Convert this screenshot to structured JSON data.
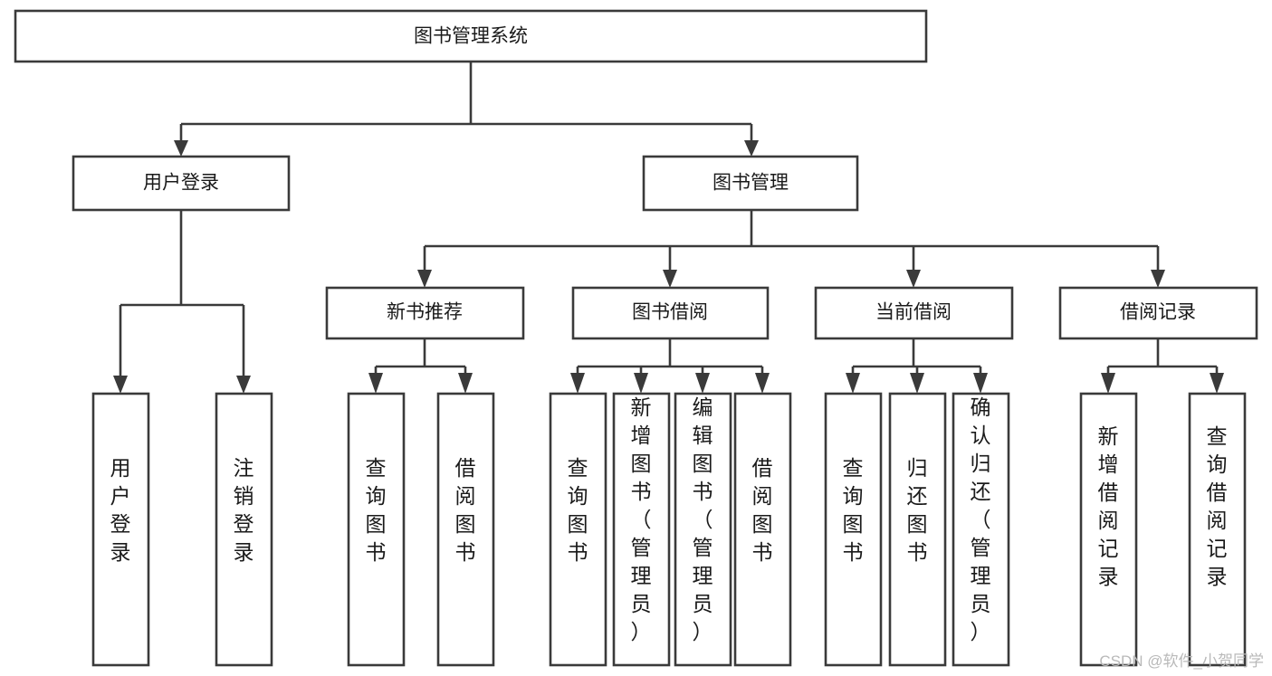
{
  "diagram": {
    "kind": "tree-hierarchy-chart",
    "title": "图书管理系统",
    "root": {
      "id": "root",
      "label": "图书管理系统",
      "orientation": "horizontal"
    },
    "level1": [
      {
        "id": "user-login",
        "label": "用户登录",
        "orientation": "horizontal"
      },
      {
        "id": "book-manage",
        "label": "图书管理",
        "orientation": "horizontal"
      }
    ],
    "level2": [
      {
        "id": "new-book-recommend",
        "label": "新书推荐",
        "orientation": "horizontal",
        "parent": "book-manage"
      },
      {
        "id": "book-borrow",
        "label": "图书借阅",
        "orientation": "horizontal",
        "parent": "book-manage"
      },
      {
        "id": "current-borrow",
        "label": "当前借阅",
        "orientation": "horizontal",
        "parent": "book-manage"
      },
      {
        "id": "borrow-record",
        "label": "借阅记录",
        "orientation": "horizontal",
        "parent": "book-manage"
      }
    ],
    "leaves": {
      "user_login_children": [
        {
          "id": "leaf-user-login",
          "label": "用户登录",
          "orientation": "vertical"
        },
        {
          "id": "leaf-logout-login",
          "label": "注销登录",
          "orientation": "vertical"
        }
      ],
      "new_book_recommend_children": [
        {
          "id": "leaf-query-book-1",
          "label": "查询图书",
          "orientation": "vertical"
        },
        {
          "id": "leaf-borrow-book-1",
          "label": "借阅图书",
          "orientation": "vertical"
        }
      ],
      "book_borrow_children": [
        {
          "id": "leaf-query-book-2",
          "label": "查询图书",
          "orientation": "vertical"
        },
        {
          "id": "leaf-add-book",
          "label": "新增图书（管理员）",
          "orientation": "vertical"
        },
        {
          "id": "leaf-edit-book",
          "label": "编辑图书（管理员）",
          "orientation": "vertical"
        },
        {
          "id": "leaf-borrow-book-2",
          "label": "借阅图书",
          "orientation": "vertical"
        }
      ],
      "current_borrow_children": [
        {
          "id": "leaf-query-book-3",
          "label": "查询图书",
          "orientation": "vertical"
        },
        {
          "id": "leaf-return-book",
          "label": "归还图书",
          "orientation": "vertical"
        },
        {
          "id": "leaf-confirm-return",
          "label": "确认归还（管理员）",
          "orientation": "vertical"
        }
      ],
      "borrow_record_children": [
        {
          "id": "leaf-add-borrow-record",
          "label": "新增借阅记录",
          "orientation": "vertical"
        },
        {
          "id": "leaf-query-borrow-record",
          "label": "查询借阅记录",
          "orientation": "vertical"
        }
      ]
    },
    "colors": {
      "stroke": "#3a3a3a",
      "fill": "#ffffff",
      "text": "#1a1a1a",
      "background": "#ffffff",
      "watermark": "#b9b9b9"
    }
  },
  "watermark": {
    "label": "CSDN @软件_小贺同学"
  }
}
